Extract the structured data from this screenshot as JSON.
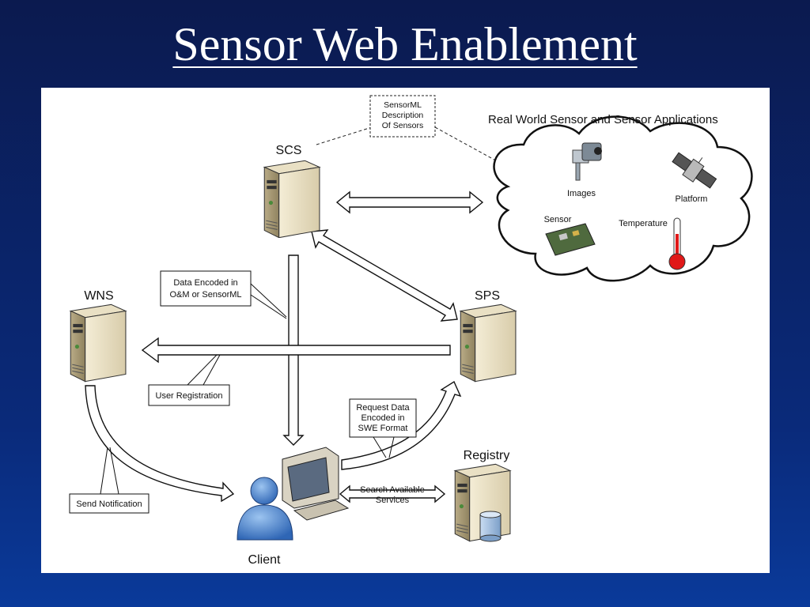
{
  "slide": {
    "title": "Sensor Web Enablement"
  },
  "diagram": {
    "nodes": {
      "scs": "SCS",
      "sps": "SPS",
      "wns": "WNS",
      "registry": "Registry",
      "client": "Client"
    },
    "cloud": {
      "title": "Real World Sensor and Sensor Applications",
      "items": {
        "images": "Images",
        "platform": "Platform",
        "sensor": "Sensor",
        "temperature": "Temperature"
      }
    },
    "callouts": {
      "sensorml": [
        "SensorML",
        "Description",
        "Of Sensors"
      ],
      "data_encoded": [
        "Data Encoded in",
        "O&M or SensorML"
      ],
      "user_registration": "User Registration",
      "request_data": [
        "Request Data",
        "Encoded in",
        "SWE Format"
      ],
      "send_notification": "Send Notification",
      "search_available": [
        "Search Available",
        "Services"
      ]
    }
  }
}
